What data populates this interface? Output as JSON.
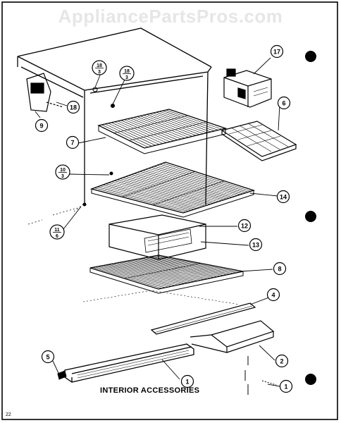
{
  "watermark": "AppliancePartsPros.com",
  "caption": "INTERIOR ACCESSORIES",
  "page_number": "22",
  "callouts": [
    {
      "id": "c17",
      "label": "17"
    },
    {
      "id": "c6",
      "label": "6"
    },
    {
      "id": "c18a",
      "top": "18",
      "bottom": "3"
    },
    {
      "id": "c18b",
      "top": "18",
      "bottom": "3"
    },
    {
      "id": "c18c",
      "label": "18"
    },
    {
      "id": "c9",
      "label": "9"
    },
    {
      "id": "c7",
      "label": "7"
    },
    {
      "id": "c10",
      "top": "10",
      "bottom": "3"
    },
    {
      "id": "c14",
      "label": "14"
    },
    {
      "id": "c11",
      "top": "11",
      "bottom": "6"
    },
    {
      "id": "c12",
      "label": "12"
    },
    {
      "id": "c13",
      "label": "13"
    },
    {
      "id": "c8",
      "label": "8"
    },
    {
      "id": "c4",
      "label": "4"
    },
    {
      "id": "c2",
      "label": "2"
    },
    {
      "id": "c5",
      "label": "5"
    },
    {
      "id": "c1a",
      "label": "1"
    },
    {
      "id": "c1b",
      "label": "1"
    }
  ]
}
